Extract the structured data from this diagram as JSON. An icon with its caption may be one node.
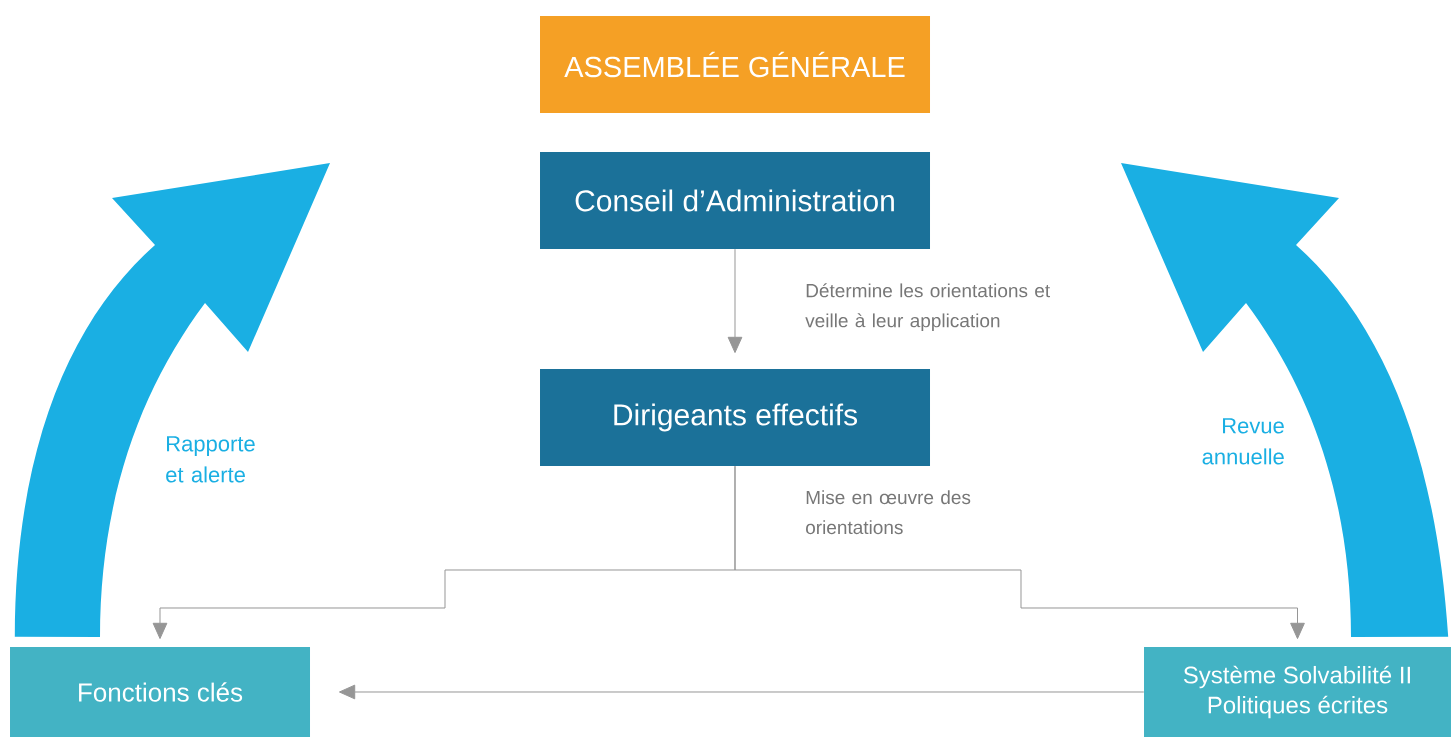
{
  "diagram": {
    "nodes": [
      {
        "text": [
          "ASSEMBLÉE GÉNÉRALE"
        ]
      },
      {
        "text": [
          "Conseil d’Administration"
        ]
      },
      {
        "text": [
          "Dirigeants effectifs"
        ]
      },
      {
        "text": [
          "Fonctions clés"
        ]
      },
      {
        "text": [
          "Système Solvabilité II",
          "Politiques écrites"
        ]
      }
    ],
    "edges": [
      {
        "from": 1,
        "to": 2,
        "arrow": "to",
        "label": "Détermine les orientations et veille à leur application"
      },
      {
        "from": 2,
        "to": 3,
        "arrow": "to",
        "label": "Mise en œuvre des orientations"
      },
      {
        "from": 2,
        "to": 4,
        "arrow": "to"
      },
      {
        "from": 4,
        "to": 3,
        "arrow": "to"
      },
      {
        "from": 3,
        "to": null,
        "arrow": "to",
        "label": "Rapporte et alerte",
        "style": "thick",
        "color": "#1aafe3"
      },
      {
        "from": 4,
        "to": null,
        "arrow": "to",
        "label": "Revue annuelle",
        "style": "thick",
        "color": "#1aafe3"
      }
    ]
  }
}
